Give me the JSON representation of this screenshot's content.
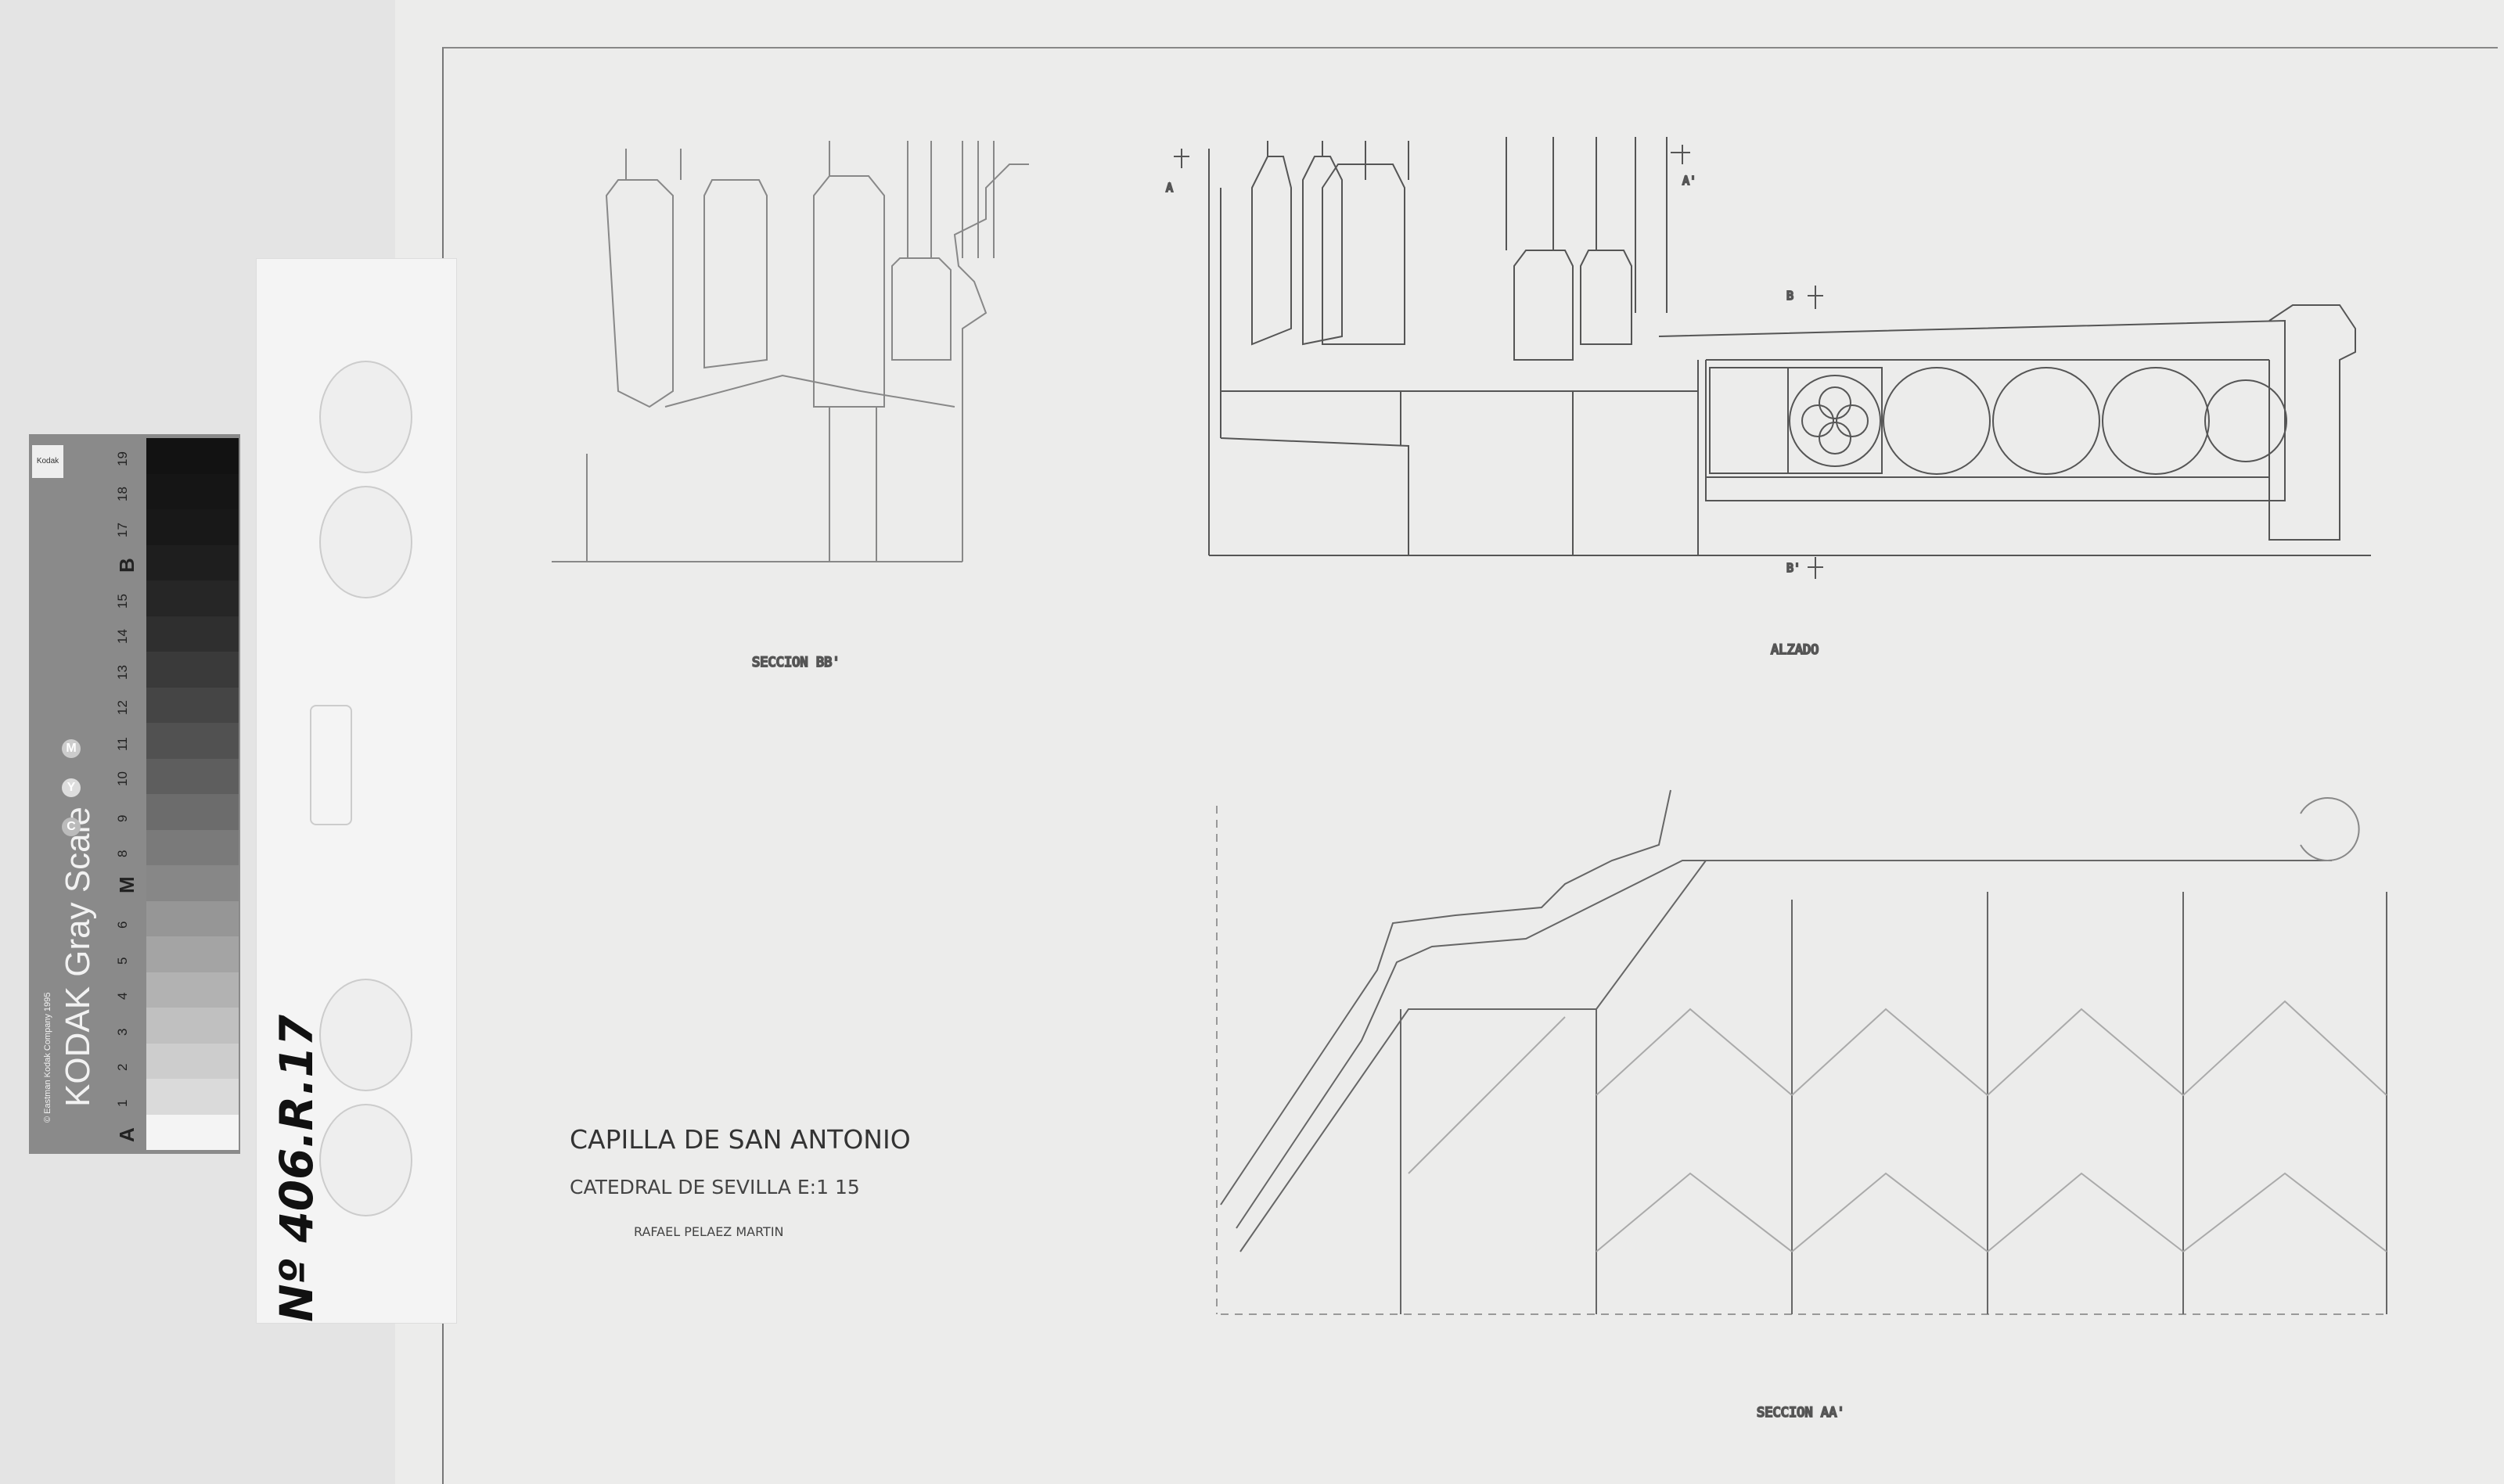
{
  "drawing": {
    "title": "CAPILLA DE SAN ANTONIO",
    "subtitle": "CATEDRAL DE SEVILLA  E:1 15",
    "author": "RAFAEL PELAEZ MARTIN",
    "views": {
      "section_bb": "SECCION BB'",
      "elevation": "ALZADO",
      "section_aa": "SECCION AA'"
    },
    "markers": {
      "a": "A",
      "a_prime": "A'",
      "b": "B",
      "b_prime": "B'"
    }
  },
  "archive_number": "Nº 406.R.17",
  "gray_scale": {
    "brand": "KODAK Gray Scale",
    "copyright": "© Eastman Kodak Company 1995",
    "logo_text": "Kodak",
    "color_marks": [
      "C",
      "Y",
      "M"
    ],
    "end_labels": {
      "a": "A",
      "m": "M",
      "b": "B"
    },
    "step_numbers": [
      "1",
      "2",
      "3",
      "4",
      "5",
      "6",
      "8",
      "9",
      "10",
      "11",
      "12",
      "13",
      "14",
      "15",
      "17",
      "18",
      "19"
    ],
    "steps": [
      "#f4f4f4",
      "#dadada",
      "#cdcdcd",
      "#c0c0c0",
      "#b2b2b2",
      "#a4a4a4",
      "#969696",
      "#878787",
      "#7a7a7a",
      "#6c6c6c",
      "#5e5e5e",
      "#515151",
      "#454545",
      "#3a3a3a",
      "#2f2f2f",
      "#262626",
      "#1e1e1e",
      "#181818",
      "#151515",
      "#121212"
    ]
  }
}
